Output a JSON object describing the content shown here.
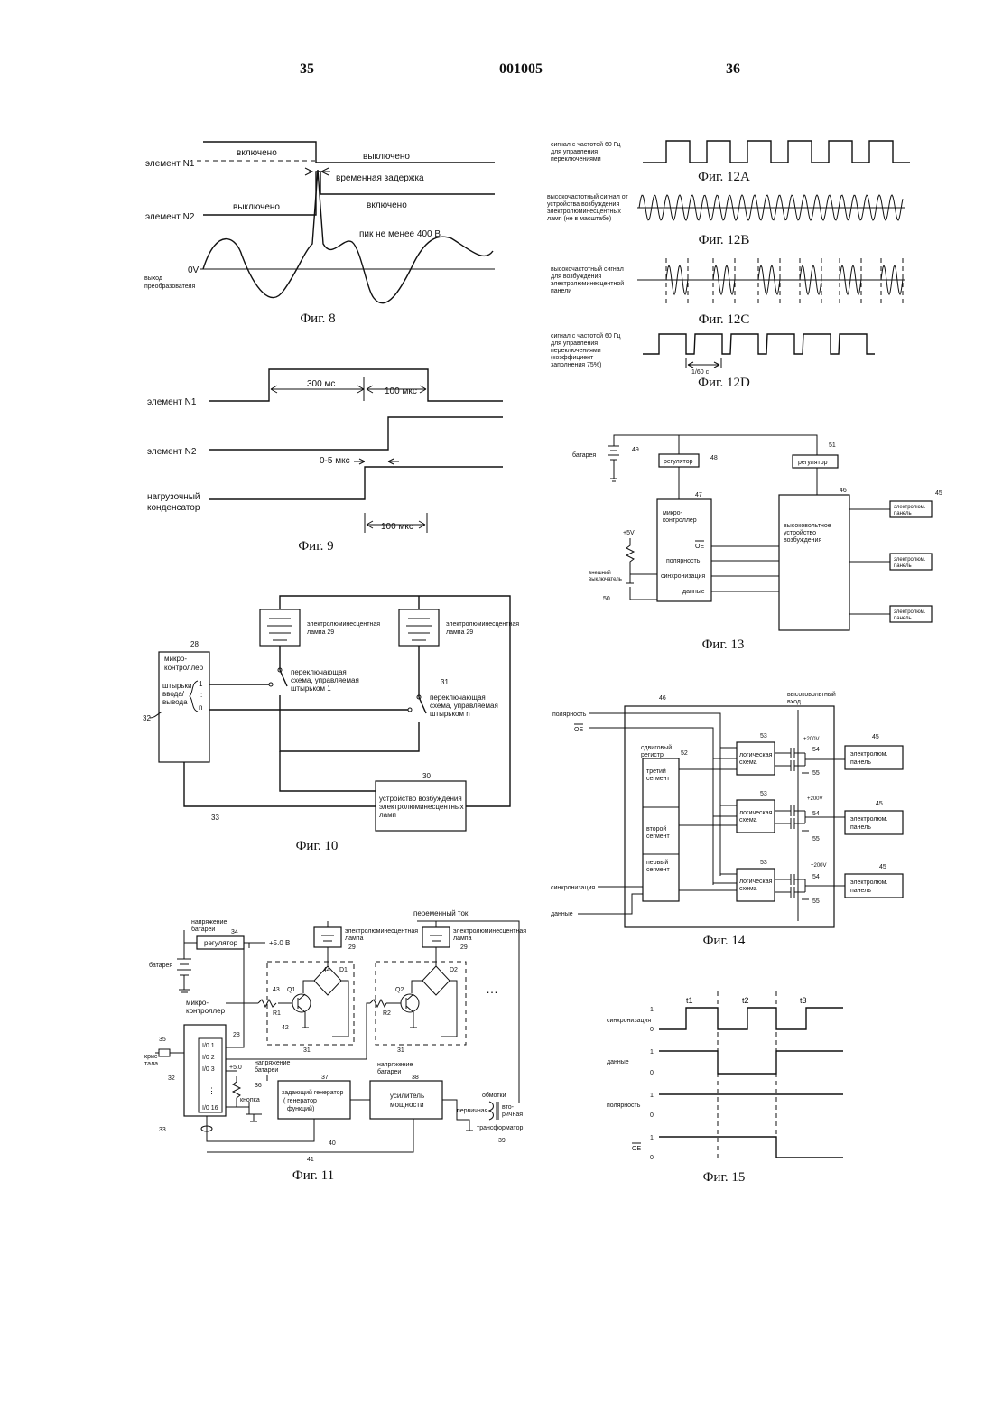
{
  "header": {
    "page_left": "35",
    "doc_number": "001005",
    "page_right": "36"
  },
  "fig8": {
    "caption": "Фиг. 8",
    "n1_label": "элемент N1",
    "n1_on": "включено",
    "n1_off": "выключено",
    "delay": "временная задержка",
    "n2_label": "элемент N2",
    "n2_off": "выключено",
    "n2_on": "включено",
    "peak": "пик не менее 400 В",
    "zero": "0V",
    "output_1": "выход",
    "output_2": "преобразователя"
  },
  "fig9": {
    "caption": "Фиг. 9",
    "n1_label": "элемент N1",
    "n2_label": "элемент N2",
    "cap_1": "нагрузочный",
    "cap_2": "конденсатор",
    "t300": "300 мс",
    "t100a": "100 мкс",
    "t05": "0-5 мкс",
    "t100b": "100 мкс"
  },
  "fig10": {
    "caption": "Фиг. 10",
    "mc_1": "микро-",
    "mc_2": "контроллер",
    "pins_1": "штырьки",
    "pins_2": "ввода/",
    "pins_3": "вывода",
    "pin_1": "1",
    "pin_dots": ":",
    "pin_n": "n",
    "lamp_a_1": "электролюминесцентная",
    "lamp_a_2": "лампа 29",
    "lamp_b_1": "электролюминесцентная",
    "lamp_b_2": "лампа 29",
    "sw1_1": "переключающая",
    "sw1_2": "схема, управляемая",
    "sw1_3": "штырьком 1",
    "swn_1": "переключающая",
    "swn_2": "схема, управляемая",
    "swn_3": "штырьком n",
    "drv_1": "устройство возбуждения",
    "drv_2": "электролюминесцентных",
    "drv_3": "ламп",
    "ref_28": "28",
    "ref_31": "31",
    "ref_32": "32",
    "ref_30": "30",
    "ref_33": "33"
  },
  "fig11": {
    "caption": "Фиг. 11",
    "bat_v_1": "напряжение",
    "bat_v_2": "батареи",
    "reg": "регулятор",
    "ref_34": "34",
    "plus5": "+5.0 В",
    "battery": "батарея",
    "ac": "переменный ток",
    "lamp_a_1": "электролюминесцентная",
    "lamp_a_2": "лампа",
    "lamp_b_1": "электролюминесцентная",
    "lamp_b_2": "лампа",
    "ref_29a": "29",
    "ref_29b": "29",
    "ref_44": "44",
    "ref_43": "43",
    "ref_42": "42",
    "q1": "Q1",
    "r1": "R1",
    "d1": "D1",
    "q2": "Q2",
    "r2": "R2",
    "d2": "D2",
    "dots": "…",
    "mc_1": "микро-",
    "mc_2": "контроллер",
    "ref_28": "28",
    "ref_35": "35",
    "crystal_1": "крис-",
    "crystal_2": "тала",
    "io1": "I/0 1",
    "io2": "I/0 2",
    "io3": "I/0 3",
    "iodots": "⋮",
    "io16": "I/0 16",
    "ref_32": "32",
    "ref_33": "33",
    "ref_31a": "31",
    "ref_31b": "31",
    "plus5b": "+5.0",
    "ref_36": "36",
    "button": "кнопка",
    "gen_bat_1": "напряжение",
    "gen_bat_2": "батареи",
    "ref_37": "37",
    "gen_1": "задающий генератор",
    "gen_2": "( генератор",
    "gen_3": "функций)",
    "amp_bat_1": "напряжение",
    "amp_bat_2": "батареи",
    "ref_38": "38",
    "amp_1": "усилитель",
    "amp_2": "мощности",
    "windings": "обмотки",
    "primary": "первичная",
    "secondary_1": "вто-",
    "secondary_2": "ричная",
    "transformer": "трансформатор",
    "ref_39": "39",
    "ref_40": "40",
    "ref_41": "41"
  },
  "fig12": {
    "a_caption": "Фиг. 12А",
    "a_1": "сигнал с частотой 60 Гц",
    "a_2": "для управления",
    "a_3": "переключениями",
    "b_caption": "Фиг. 12В",
    "b_1": "высокочастотный сигнал от",
    "b_2": "устройства возбуждения",
    "b_3": "электролюминесцентных",
    "b_4": "ламп (не в масштабе)",
    "c_caption": "Фиг. 12С",
    "c_1": "высокочастотный сигнал",
    "c_2": "для возбуждения",
    "c_3": "электролюминесцентной",
    "c_4": "панели",
    "d_caption": "Фиг. 12D",
    "d_1": "сигнал с частотой 60 Гц",
    "d_2": "для управления",
    "d_3": "переключениями",
    "d_4": "(коэффициент",
    "d_5": "заполнения 75%)",
    "d_period": "1/60 с"
  },
  "fig13": {
    "caption": "Фиг. 13",
    "battery": "батарея",
    "ref_49": "49",
    "reg_a": "регулятор",
    "ref_48": "48",
    "reg_b": "регулятор",
    "ref_51": "51",
    "ref_46": "46",
    "ref_47": "47",
    "mc_1": "микро-",
    "mc_2": "контроллер",
    "hv_1": "высоковольтное",
    "hv_2": "устройство",
    "hv_3": "возбуждения",
    "oe": "OE",
    "polarity": "полярность",
    "sync": "синхронизация",
    "data": "данные",
    "plus5": "+5V",
    "sw_1": "внешний",
    "sw_2": "выключатель",
    "ref_50": "50",
    "ref_45": "45",
    "panel_a_1": "электролюм.",
    "panel_a_2": "панель",
    "panel_b_1": "электролюм.",
    "panel_b_2": "панель",
    "panel_c_1": "электролюм.",
    "panel_c_2": "панель"
  },
  "fig14": {
    "caption": "Фиг. 14",
    "ref_46": "46",
    "hv_1": "высоковольтный",
    "hv_2": "вход",
    "polarity": "полярность",
    "oe": "OE",
    "shift_1": "сдвиговый",
    "shift_2": "регистр",
    "ref_52": "52",
    "seg3_1": "третий",
    "seg3_2": "сегмент",
    "seg2_1": "второй",
    "seg2_2": "сегмент",
    "seg1_1": "первый",
    "seg1_2": "сегмент",
    "sync": "синхронизация",
    "data": "данные",
    "ref_53a": "53",
    "ref_53b": "53",
    "ref_53c": "53",
    "logic_1": "логическая",
    "logic_2": "схема",
    "v200a": "+200V",
    "v200b": "+200V",
    "v200c": "+200V",
    "ref_54a": "54",
    "ref_54b": "54",
    "ref_54c": "54",
    "ref_55a": "55",
    "ref_55b": "55",
    "ref_55c": "55",
    "ref_45a": "45",
    "ref_45b": "45",
    "ref_45c": "45",
    "panel_1": "электролюм.",
    "panel_2": "панель"
  },
  "fig15": {
    "caption": "Фиг. 15",
    "t1": "t1",
    "t2": "t2",
    "t3": "t3",
    "sync": "синхронизация",
    "data": "данные",
    "polarity": "полярность",
    "oe": "OE",
    "one": "1",
    "zero": "0"
  }
}
